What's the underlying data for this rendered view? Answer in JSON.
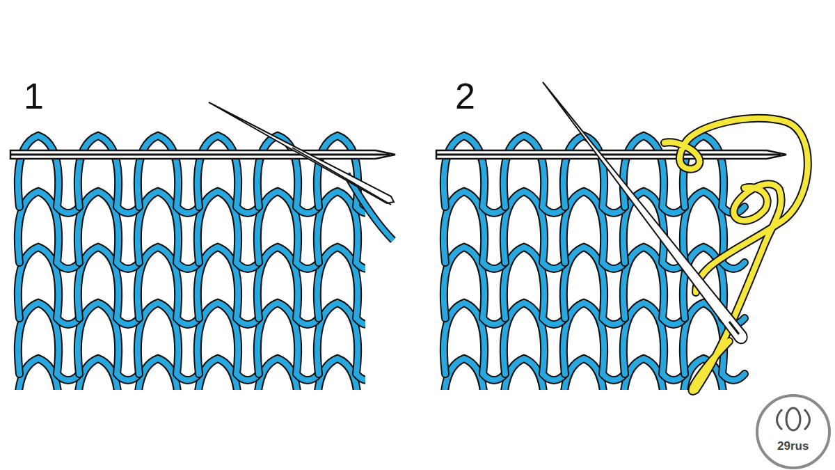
{
  "diagram": {
    "labels": [
      "1",
      "2",
      "29rus"
    ]
  }
}
